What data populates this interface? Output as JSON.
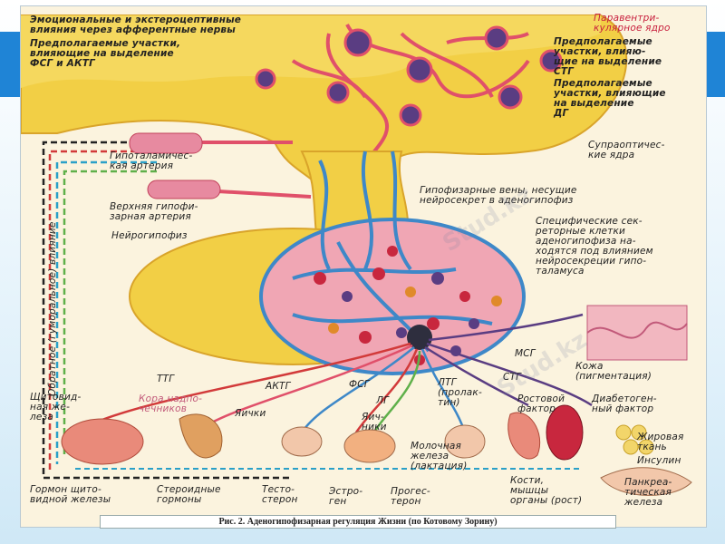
{
  "labels": {
    "emotional": "Эмоциональные и экстероцептивные\nвлияния через афферентные нервы",
    "fsg_actg_areas": "Предполагаемые участки,\nвлияющие на выделение\nФСГ и АКТГ",
    "paraventricular": "Паравентри-\nкулярное ядро",
    "stg_areas": "Предполагаемые\nучастки, влияю-\nщие на выделение\nСТГ",
    "dg_areas": "Предполагаемые\nучастки, влияющие\nна выделение\nДГ",
    "supraoptic": "Супраоптичес-\nкие ядра",
    "hypothal_artery": "Гипоталамичес-\nкая артерия",
    "upper_artery": "Верхняя гипофи-\nзарная артерия",
    "neurohypophysis": "Нейрогипофиз",
    "portal_veins": "Гипофизарные вены, несущие\nнейросекрет в аденогипофиз",
    "specific_cells": "Специфические сек-\nреторные клетки\nаденогипофиза на-\nходятся под влиянием\nнейросекреции гипо-\nталамуса",
    "feedback": "Обратное (гуморальное) влияние",
    "ttg": "ТТГ",
    "actg": "АКТГ",
    "fsg": "ФСГ",
    "lg": "ЛГ",
    "ltg": "ЛТГ\n(пролак-\nтин)",
    "stg": "СТГ",
    "msg": "МСГ",
    "skin": "Кожа\n(пигментация)",
    "thyroid": "Щитовид-\nная же-\nлеза",
    "adrenal_cortex": "Кора надпо-\nчечников",
    "testes": "Яички",
    "ovaries": "Яич-\nники",
    "growth_factor": "Ростовой\nфактор",
    "diabetogenic": "Диабетоген-\nный фактор",
    "fat_tissue": "Жировая\nткань",
    "insulin": "Инсулин",
    "mammary": "Молочная\nжелеза\n(лактация)",
    "bones": "Кости,\nмышцы\nорганы (рост)",
    "pancreas": "Панкреа-\nтическая\nжелеза",
    "thyroid_hormone": "Гормон щито-\nвидной железы",
    "steroids": "Стероидные\nгормоны",
    "testosterone": "Тесто-\nстерон",
    "estrogen": "Эстро-\nген",
    "progesterone": "Прогес-\nтерон"
  },
  "caption": "Рис. 2. Аденогипофизарная регуляция Жизни (по Котовому Зорину)",
  "watermark": "Stud.kz",
  "colors": {
    "gland": "#f2cf45",
    "gland_edge": "#d9a42a",
    "artery": "#e0506a",
    "vein": "#3e88c8",
    "nucleus": "#5a3d82",
    "background": "#fbf3de"
  }
}
